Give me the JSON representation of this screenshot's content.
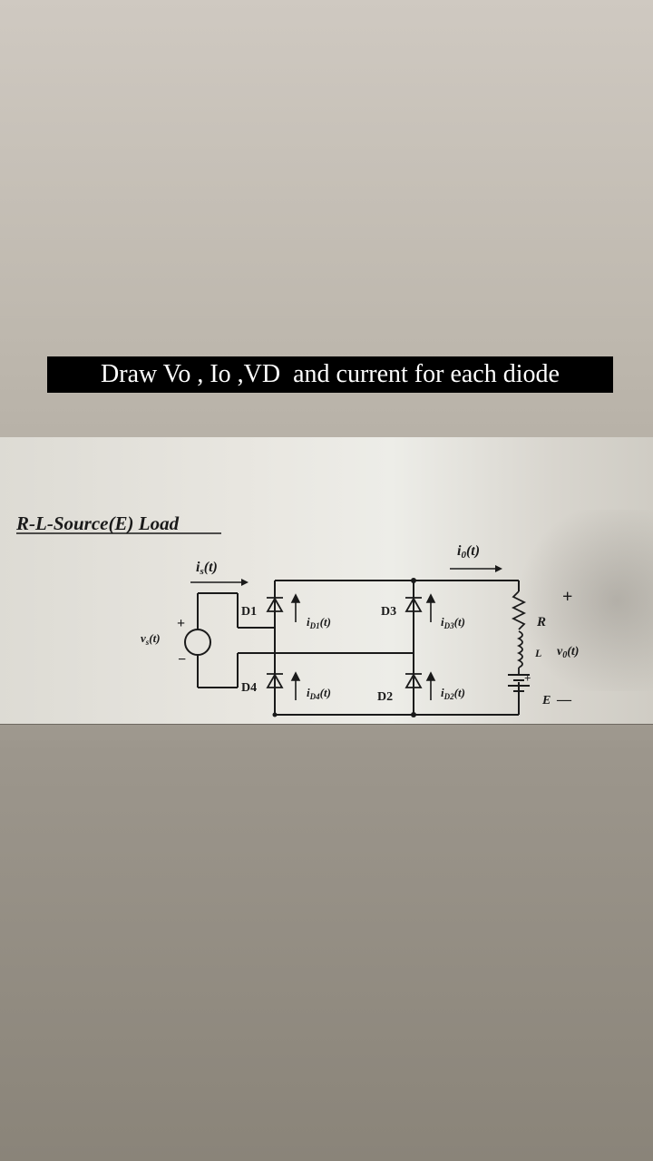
{
  "caption": "Draw Vo , Io ,VD  and current for each diode",
  "diagram": {
    "heading": "R-L-Source(E) Load",
    "labels": {
      "is": "i",
      "is_sub": "s",
      "is_arg": "(t)",
      "io": "i",
      "io_sub": "0",
      "io_arg": "(t)",
      "vs": "v",
      "vs_sub": "s",
      "vs_arg": "(t)",
      "plus_src": "+",
      "minus_src": "−",
      "d1": "D1",
      "d2": "D2",
      "d3": "D3",
      "d4": "D4",
      "id1": "i",
      "id1_sub": "D1",
      "id2": "i",
      "id2_sub": "D2",
      "id3": "i",
      "id3_sub": "D3",
      "id4": "i",
      "id4_sub": "D4",
      "t_arg": "(t)",
      "r": "R",
      "l": "L",
      "e": "E",
      "vo": "v",
      "vo_sub": "0",
      "vo_arg": "(t)",
      "plus_out": "+",
      "minus_out": "—",
      "plus_batt": "+"
    }
  }
}
